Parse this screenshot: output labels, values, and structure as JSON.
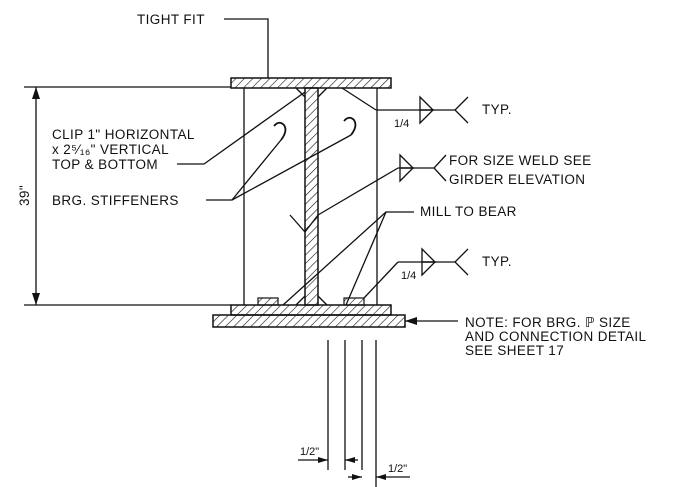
{
  "labels": {
    "tight_fit": "TIGHT FIT",
    "clip_line1": "CLIP 1\" HORIZONTAL",
    "clip_line2": "x 2⁵⁄₁₆\" VERTICAL",
    "clip_line3": "TOP & BOTTOM",
    "brg_stiffeners": "BRG. STIFFENERS",
    "weld_top_size": "1/4",
    "weld_top_note": "TYP.",
    "weld_mid_line1": "FOR SIZE WELD SEE",
    "weld_mid_line2": "GIRDER ELEVATION",
    "mill_to_bear": "MILL TO BEAR",
    "weld_bot_size": "1/4",
    "weld_bot_note": "TYP.",
    "note_line1": "NOTE:  FOR BRG. ℙ SIZE",
    "note_line2": "AND CONNECTION DETAIL",
    "note_line3": "SEE SHEET 17",
    "height_dim": "39\"",
    "dim_half_left": "1/2\"",
    "dim_half_right": "1/2\""
  },
  "colors": {
    "ink": "#111111",
    "paper": "#ffffff"
  }
}
